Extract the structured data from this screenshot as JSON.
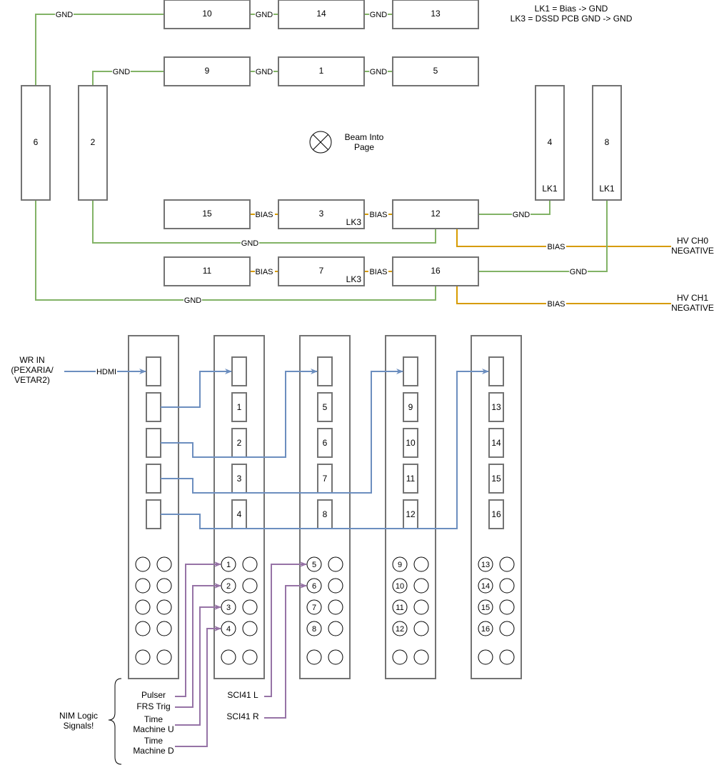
{
  "legend": {
    "line1": "LK1 = Bias -> GND",
    "line2": "LK3 = DSSD PCB GND -> GND"
  },
  "beam": {
    "icon": "cross-circle-icon",
    "line1": "Beam Into",
    "line2": "Page"
  },
  "detectors": {
    "d10": "10",
    "d14": "14",
    "d13": "13",
    "d9": "9",
    "d1": "1",
    "d5": "5",
    "d6": "6",
    "d2": "2",
    "d4": "4",
    "d8": "8",
    "d15": "15",
    "d3": "3",
    "d12": "12",
    "d11": "11",
    "d7": "7",
    "d16": "16"
  },
  "links": {
    "lk1_a": "LK1",
    "lk1_b": "LK1",
    "lk3_a": "LK3",
    "lk3_b": "LK3"
  },
  "wire_labels": {
    "gnd": "GND",
    "bias": "BIAS",
    "hdmi": "HDMI"
  },
  "hv": {
    "ch0_line1": "HV CH0",
    "ch0_line2": "NEGATIVE",
    "ch1_line1": "HV CH1",
    "ch1_line2": "NEGATIVE"
  },
  "wr_in": {
    "line1": "WR IN",
    "line2": "(PEXARIA/",
    "line3": "VETAR2)"
  },
  "modules": [
    {
      "ports": [
        "",
        "",
        "",
        "",
        ""
      ],
      "lemos": [
        "",
        "",
        "",
        ""
      ]
    },
    {
      "ports": [
        "",
        "1",
        "2",
        "3",
        "4"
      ],
      "lemos": [
        "1",
        "2",
        "3",
        "4"
      ]
    },
    {
      "ports": [
        "",
        "5",
        "6",
        "7",
        "8"
      ],
      "lemos": [
        "5",
        "6",
        "7",
        "8"
      ]
    },
    {
      "ports": [
        "",
        "9",
        "10",
        "11",
        "12"
      ],
      "lemos": [
        "9",
        "10",
        "11",
        "12"
      ]
    },
    {
      "ports": [
        "",
        "13",
        "14",
        "15",
        "16"
      ],
      "lemos": [
        "13",
        "14",
        "15",
        "16"
      ]
    }
  ],
  "nim": {
    "group_line1": "NIM Logic",
    "group_line2": "Signals!",
    "pulser": "Pulser",
    "frs_trig": "FRS Trig",
    "tm_u_line1": "Time",
    "tm_u_line2": "Machine U",
    "tm_d_line1": "Time",
    "tm_d_line2": "Machine D",
    "sci41_l": "SCI41 L",
    "sci41_r": "SCI41 R"
  },
  "colors": {
    "gnd": "#82b366",
    "bias": "#d79b00",
    "hdmi": "#6c8ebf",
    "nim": "#9673a6",
    "box_stroke": "#737373"
  }
}
